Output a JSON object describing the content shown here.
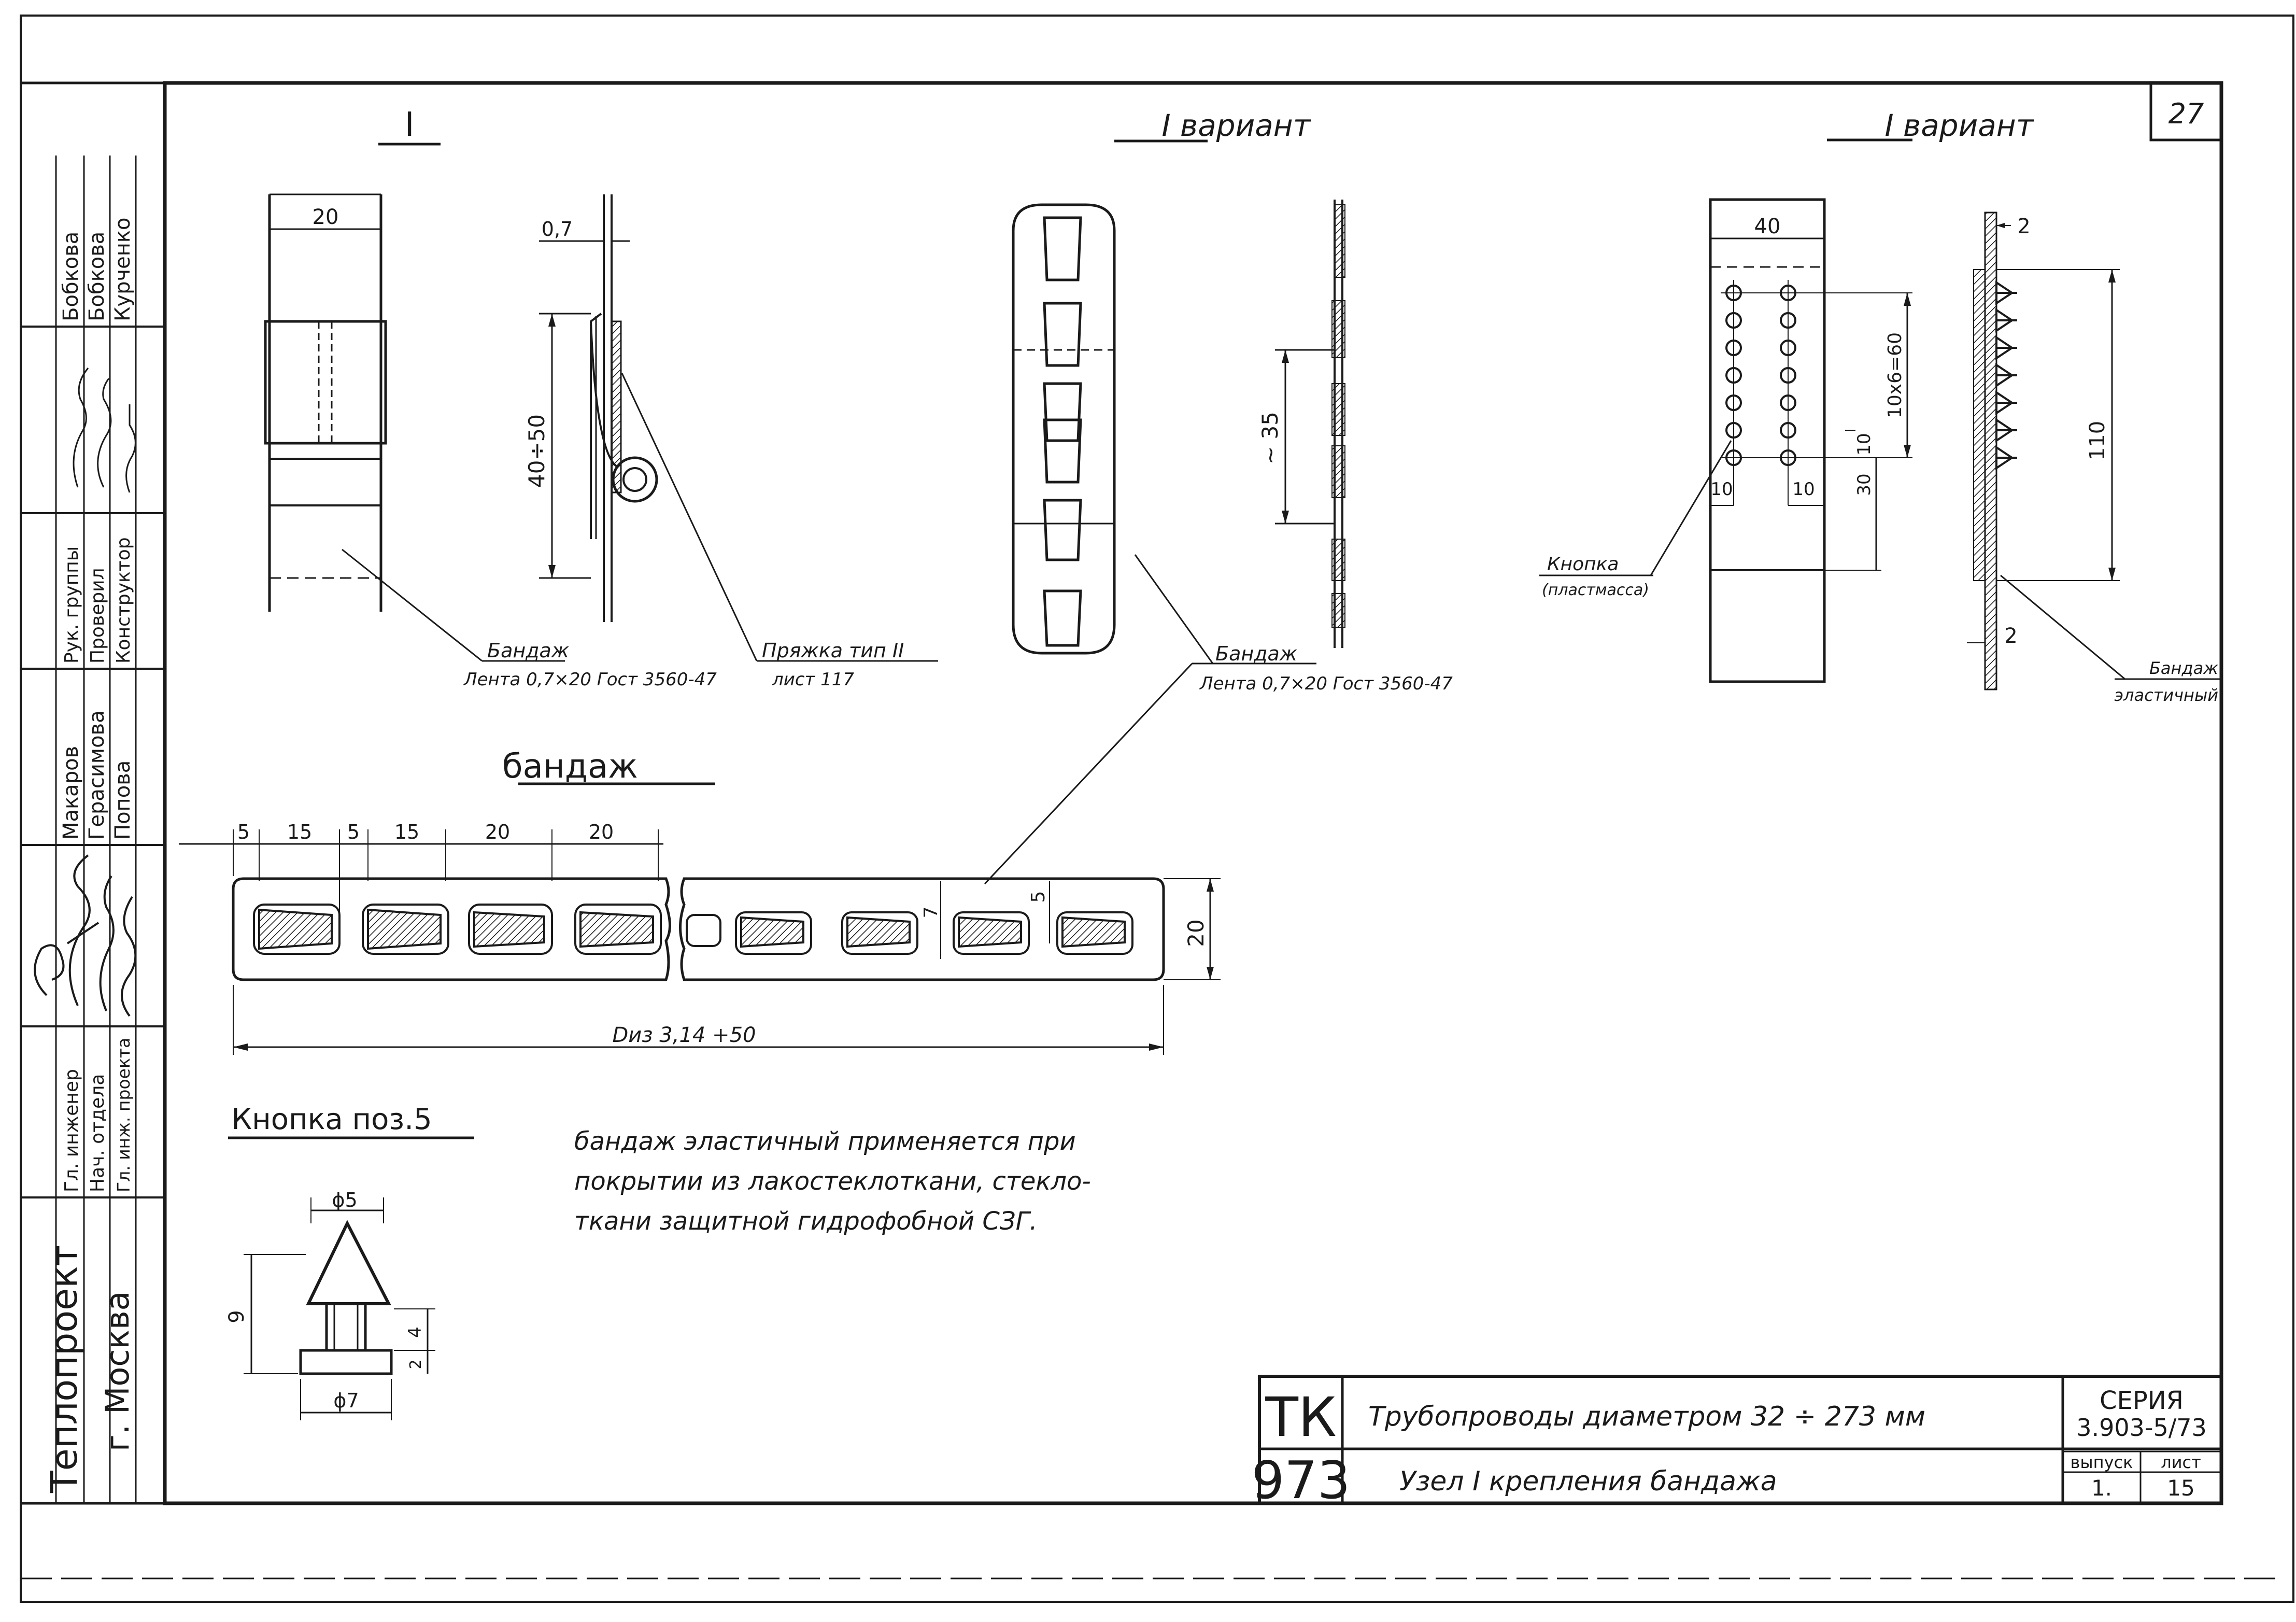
{
  "sheet_number": "27",
  "views": {
    "view1": {
      "title": "I",
      "dim_width": "20",
      "dim_thickness": "0,7",
      "dim_height": "40÷50"
    },
    "view2": {
      "title": "I вариант",
      "dim_pitch": "~ 35"
    },
    "view3": {
      "title": "I вариант",
      "dim_width": "40",
      "dim_grid": "10x6=60",
      "dim_step": "10",
      "dim_col_a": "10",
      "dim_col_b": "10",
      "dim_bottom": "30",
      "dim_total": "110",
      "dim_thk_top": "2",
      "dim_thk_bottom": "2"
    }
  },
  "callouts": {
    "bandage1_title": "Бандаж",
    "bandage1_spec": "Лента 0,7×20 Гост 3560-47",
    "buckle_title": "Пряжка тип II",
    "buckle_ref": "лист 117",
    "bandage2_title": "Бандаж",
    "bandage2_spec": "Лента 0,7×20 Гост 3560-47",
    "button_title": "Кнопка",
    "button_material": "(пластмасса)",
    "elastic_title": "Бандаж",
    "elastic_sub": "эластичный"
  },
  "strip": {
    "title": "бандаж",
    "dims_top": [
      "5",
      "15",
      "5",
      "15",
      "20",
      "20"
    ],
    "dim_slot_h": "7",
    "dim_slot_gap": "5",
    "dim_width": "20",
    "dim_length": "Dиз 3,14 +50"
  },
  "button_detail": {
    "title": "Кнопка поз.5",
    "dim_top_dia": "ϕ5",
    "dim_base_dia": "ϕ7",
    "dim_total_h": "9",
    "dim_stem_h": "4",
    "dim_base_h": "2"
  },
  "note": {
    "lines": [
      "бандаж эластичный применяется при",
      "покрытии из лакостеклоткани, стекло-",
      "ткани защитной гидрофобной СЗГ."
    ]
  },
  "stamp": {
    "left_rows": [
      {
        "role": "Рук. группы",
        "name": "Бобкова"
      },
      {
        "role": "Проверил",
        "name": "Бобкова"
      },
      {
        "role": "Конструктор",
        "name": "Курченко"
      },
      {
        "role": "Гл. инженер",
        "name": "Макаров"
      },
      {
        "role": "Нач. отдела",
        "name": "Герасимова"
      },
      {
        "role": "Гл. инж. проекта",
        "name": "Попова"
      }
    ],
    "org_line1": "Теплопроект",
    "org_line2": "г. Москва"
  },
  "title_block": {
    "code_top": "ТК",
    "code_bottom": "973",
    "title_line1": "Трубопроводы диаметром 32 ÷ 273 мм",
    "title_line2": "Узел I крепления бандажа",
    "series_label": "СЕРИЯ",
    "series_value": "3.903-5/73",
    "issue_label": "выпуск",
    "issue_value": "1.",
    "sheet_label": "лист",
    "sheet_value": "15"
  }
}
